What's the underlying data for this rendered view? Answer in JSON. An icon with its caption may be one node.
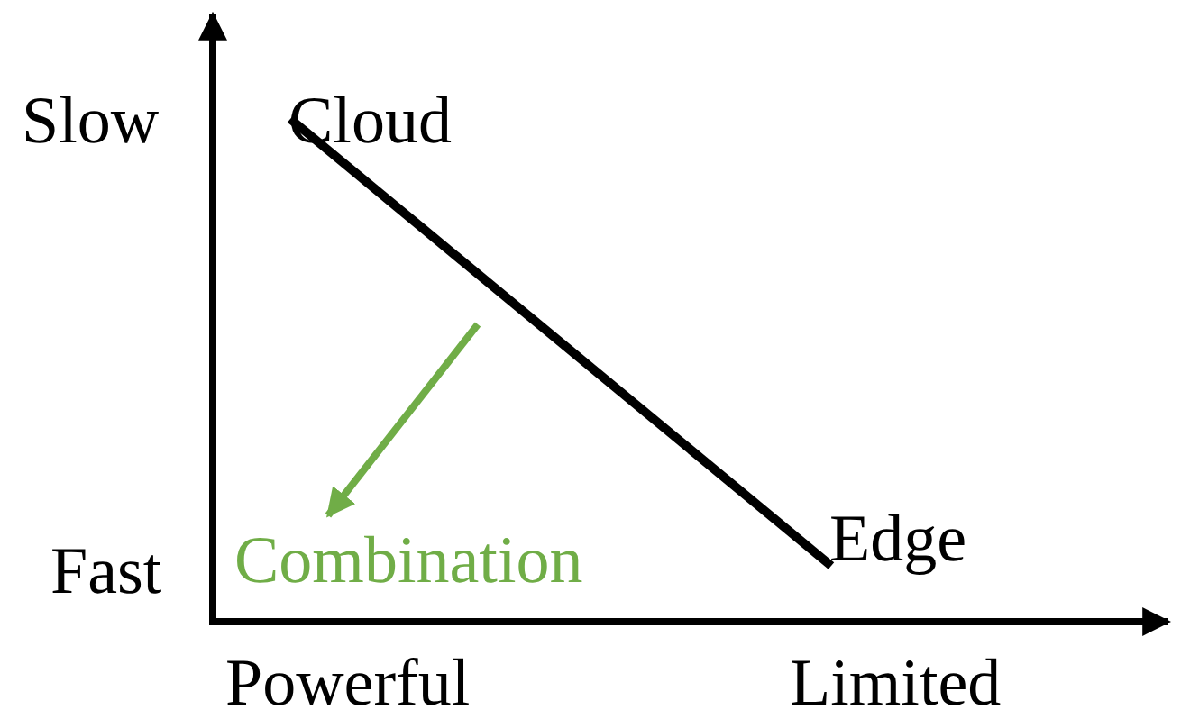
{
  "diagram": {
    "nodes": [
      {
        "text": [
          "Cloud"
        ]
      },
      {
        "text": [
          "Edge"
        ]
      },
      {
        "text": [
          "Combination"
        ]
      }
    ],
    "edges": [
      {
        "from": 0,
        "to": 1,
        "arrow": "none"
      },
      {
        "from": null,
        "to": 2,
        "arrow": "to",
        "color": "#70ad47"
      }
    ],
    "labels": [
      "Slow",
      "Fast",
      "Powerful",
      "Limited"
    ]
  }
}
